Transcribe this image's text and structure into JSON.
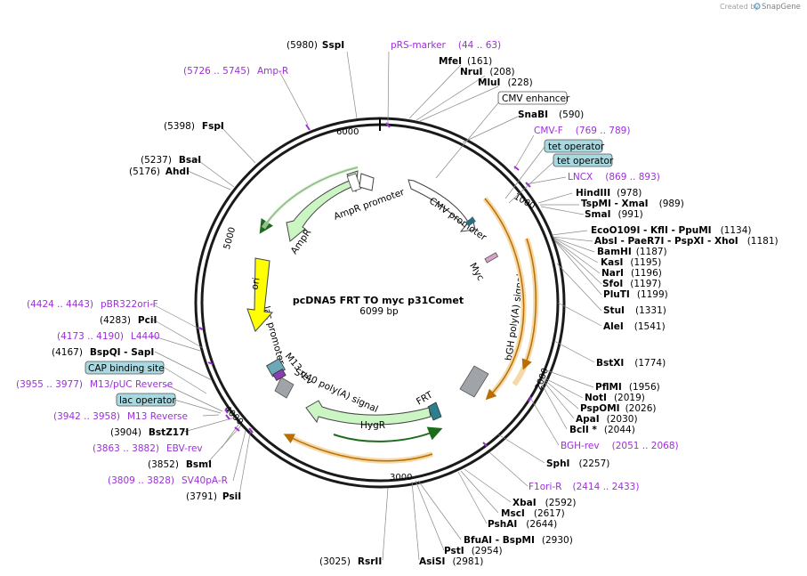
{
  "credit": {
    "prefix": "Created by",
    "brand": "SnapGene"
  },
  "plasmid": {
    "name": "pcDNA5 FRT TO myc p31Comet",
    "size": "6099 bp"
  },
  "ticks": [
    "1000",
    "2000",
    "3000",
    "4000",
    "5000",
    "6000"
  ],
  "sites": [
    {
      "name": "SspI",
      "pos": "(5980)"
    },
    {
      "name": "MfeI",
      "pos": "(161)"
    },
    {
      "name": "NruI",
      "pos": "(208)"
    },
    {
      "name": "MluI",
      "pos": "(228)"
    },
    {
      "name": "SnaBI",
      "pos": "(590)"
    },
    {
      "name": "HindIII",
      "pos": "(978)"
    },
    {
      "name": "TspMI - XmaI",
      "pos": "(989)"
    },
    {
      "name": "SmaI",
      "pos": "(991)"
    },
    {
      "name": "EcoO109I - KflI - PpuMI",
      "pos": "(1134)"
    },
    {
      "name": "AbsI - PaeR7I - PspXI - XhoI",
      "pos": "(1181)"
    },
    {
      "name": "BamHI",
      "pos": "(1187)"
    },
    {
      "name": "KasI",
      "pos": "(1195)"
    },
    {
      "name": "NarI",
      "pos": "(1196)"
    },
    {
      "name": "SfoI",
      "pos": "(1197)"
    },
    {
      "name": "PluTI",
      "pos": "(1199)"
    },
    {
      "name": "StuI",
      "pos": "(1331)"
    },
    {
      "name": "AleI",
      "pos": "(1541)"
    },
    {
      "name": "BstXI",
      "pos": "(1774)"
    },
    {
      "name": "PflMI",
      "pos": "(1956)"
    },
    {
      "name": "NotI",
      "pos": "(2019)"
    },
    {
      "name": "PspOMI",
      "pos": "(2026)"
    },
    {
      "name": "ApaI",
      "pos": "(2030)"
    },
    {
      "name": "BclI *",
      "pos": "(2044)"
    },
    {
      "name": "SphI",
      "pos": "(2257)"
    },
    {
      "name": "XbaI",
      "pos": "(2592)"
    },
    {
      "name": "MscI",
      "pos": "(2617)"
    },
    {
      "name": "PshAI",
      "pos": "(2644)"
    },
    {
      "name": "BfuAI - BspMI",
      "pos": "(2930)"
    },
    {
      "name": "PstI",
      "pos": "(2954)"
    },
    {
      "name": "AsiSI",
      "pos": "(2981)"
    },
    {
      "name": "RsrII",
      "pos": "(3025)"
    },
    {
      "name": "PsiI",
      "pos": "(3791)"
    },
    {
      "name": "BsmI",
      "pos": "(3852)"
    },
    {
      "name": "BstZ17I",
      "pos": "(3904)"
    },
    {
      "name": "BspQI - SapI",
      "pos": "(4167)"
    },
    {
      "name": "PciI",
      "pos": "(4283)"
    },
    {
      "name": "AhdI",
      "pos": "(5176)"
    },
    {
      "name": "BsaI",
      "pos": "(5237)"
    },
    {
      "name": "FspI",
      "pos": "(5398)"
    }
  ],
  "primers": [
    {
      "name": "pRS-marker",
      "range": "(44 .. 63)"
    },
    {
      "name": "Amp-R",
      "range": "(5726 .. 5745)"
    },
    {
      "name": "CMV-F",
      "range": "(769 .. 789)"
    },
    {
      "name": "LNCX",
      "range": "(869 .. 893)"
    },
    {
      "name": "BGH-rev",
      "range": "(2051 .. 2068)"
    },
    {
      "name": "F1ori-R",
      "range": "(2414 .. 2433)"
    },
    {
      "name": "pBR322ori-F",
      "range": "(4424 .. 4443)"
    },
    {
      "name": "L4440",
      "range": "(4173 .. 4190)"
    },
    {
      "name": "M13/pUC Reverse",
      "range": "(3955 .. 3977)"
    },
    {
      "name": "M13 Reverse",
      "range": "(3942 .. 3958)"
    },
    {
      "name": "EBV-rev",
      "range": "(3863 .. 3882)"
    },
    {
      "name": "SV40pA-R",
      "range": "(3809 .. 3828)"
    }
  ],
  "boxed_features": [
    "CMV enhancer",
    "tet operator",
    "tet operator",
    "CAP binding site",
    "lac operator"
  ],
  "features": {
    "ampr_promoter": "AmpR promoter",
    "ampr": "AmpR",
    "ori": "ori",
    "cmv_promoter": "CMV promoter",
    "myc": "Myc",
    "bgh": "bGH poly(A) signal",
    "frt": "FRT",
    "hygr": "HygR",
    "sv40": "SV40 poly(A) signal",
    "lac_promoter": "lac promoter",
    "m13_rev": "M13 rev"
  },
  "colors": {
    "primer": "#9b30d8",
    "amp_fill": "#ccf5c4",
    "ori_fill": "#ffff00",
    "orf_outline": "#e8a23a",
    "box_fill": "#a8d8e0"
  }
}
